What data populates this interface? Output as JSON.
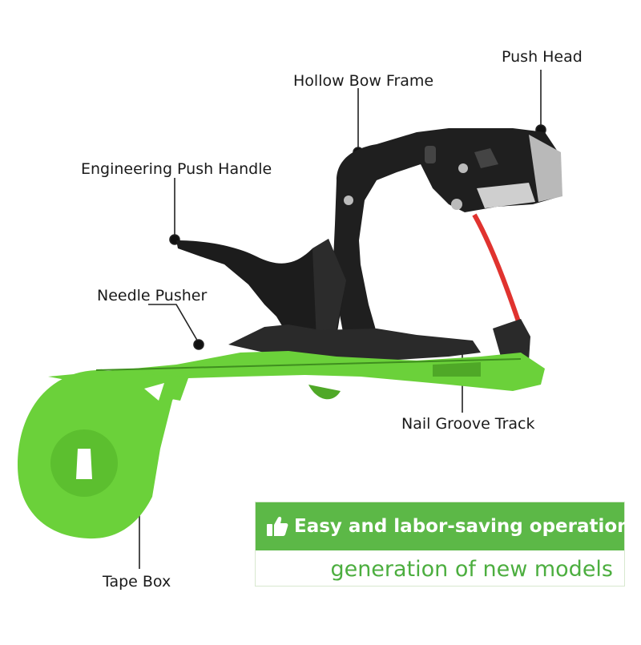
{
  "callouts": {
    "push_head": "Push Head",
    "hollow_bow_frame": "Hollow Bow Frame",
    "engineering_push_handle": "Engineering Push Handle",
    "needle_pusher": "Needle Pusher",
    "nail_groove_track": "Nail Groove Track",
    "tape_box": "Tape Box"
  },
  "banner": {
    "title": "Easy and labor-saving operation",
    "subtitle": "generation of new models",
    "icon": "thumbs-up-icon"
  },
  "colors": {
    "tool_green": "#6bd13a",
    "tool_dark_green": "#4fa827",
    "frame_black": "#1e1e1e",
    "banner_green": "#5cb847",
    "tape_red": "#e0332f"
  }
}
